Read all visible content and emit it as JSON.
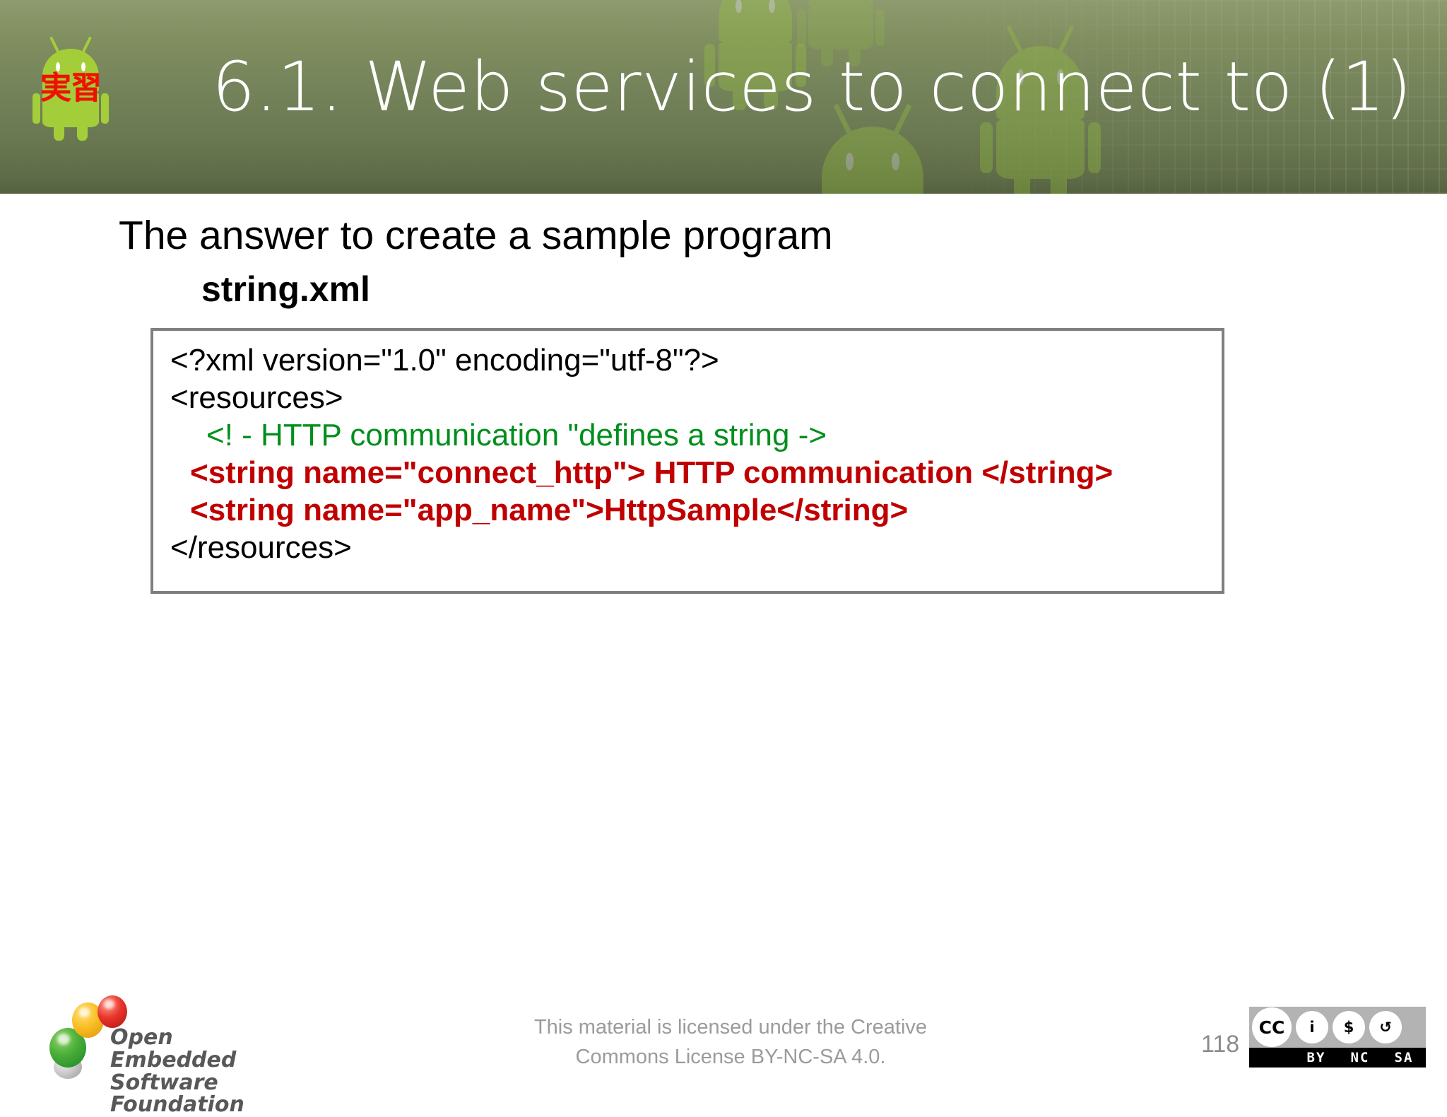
{
  "header": {
    "title": "6.1. Web services to connect to (1)",
    "practice_icon_label": "実習",
    "icon_name": "android-robot-practice-icon"
  },
  "body": {
    "heading": "The answer to create a sample program",
    "subheading": "string.xml",
    "code_lines": [
      {
        "text": "<?xml version=\"1.0\" encoding=\"utf-8\"?>",
        "color": "black"
      },
      {
        "text": "<resources>",
        "color": "black"
      },
      {
        "text": "<! - HTTP communication \"defines a string ->",
        "color": "green"
      },
      {
        "text": "<string name=\"connect_http\"> HTTP communication </string>",
        "color": "red"
      },
      {
        "text": "<string name=\"app_name\">HttpSample</string>",
        "color": "red"
      },
      {
        "text": "</resources>",
        "color": "black"
      }
    ]
  },
  "footer": {
    "logo_text": "Open Embedded\nSoftware Foundation",
    "license_note": "This material is licensed under the Creative Commons License BY-NC-SA 4.0.",
    "page_number": "118",
    "cc_badge": {
      "cc_label": "CC",
      "by_glyph": "i",
      "nc_glyph": "$",
      "sa_glyph": "↺",
      "terms": [
        "BY",
        "NC",
        "SA"
      ]
    }
  },
  "colors": {
    "banner_top": "#8d9b6e",
    "banner_bottom": "#55613f",
    "code_green": "#008f1c",
    "code_red": "#c00000",
    "code_border": "#7f7f7f",
    "footer_gray": "#9b9b9b",
    "badge_red": "#f01000",
    "android_green": "#a4ce39"
  }
}
